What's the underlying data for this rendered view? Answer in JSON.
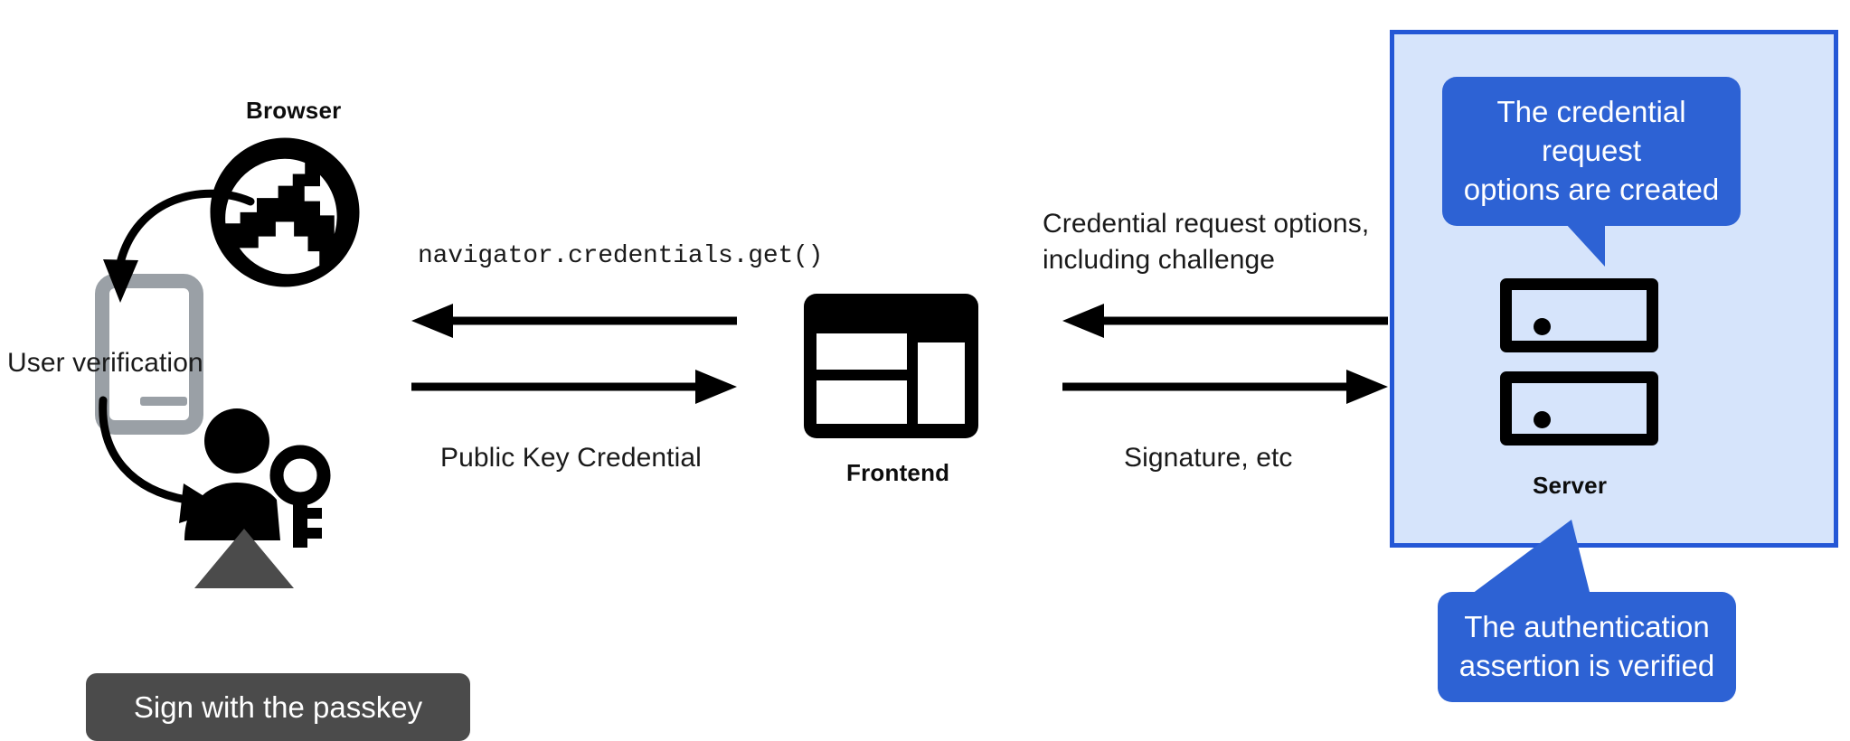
{
  "diagram": {
    "title": "WebAuthn passkey authentication flow",
    "colors": {
      "panel_fill": "#d6e4fb",
      "panel_border": "#2457d6",
      "callout_blue": "#2d62d4",
      "tooltip_gray": "#4b4b4b",
      "icon_black": "#000000",
      "phone_gray": "#9aa0a6",
      "text": "#1a1a1a"
    }
  },
  "nodes": {
    "browser": {
      "label": "Browser",
      "icon": "globe-icon"
    },
    "frontend": {
      "label": "Frontend",
      "icon": "webpage-layout-icon"
    },
    "server": {
      "label": "Server",
      "icon": "server-rack-icon"
    },
    "phone": {
      "icon": "mobile-phone-icon"
    },
    "user": {
      "icon": "person-with-key-icon"
    }
  },
  "annotations": {
    "user_verification": "User verification",
    "sign_with_passkey": "Sign with the passkey",
    "credential_request_created": "The credential request\noptions are created",
    "authentication_verified": "The authentication\nassertion is verified"
  },
  "arrows": {
    "browser_to_frontend_in": "navigator.credentials.get()",
    "frontend_to_browser_out": "Public Key Credential",
    "server_to_frontend": "Credential request options,\nincluding challenge",
    "frontend_to_server": "Signature, etc"
  }
}
